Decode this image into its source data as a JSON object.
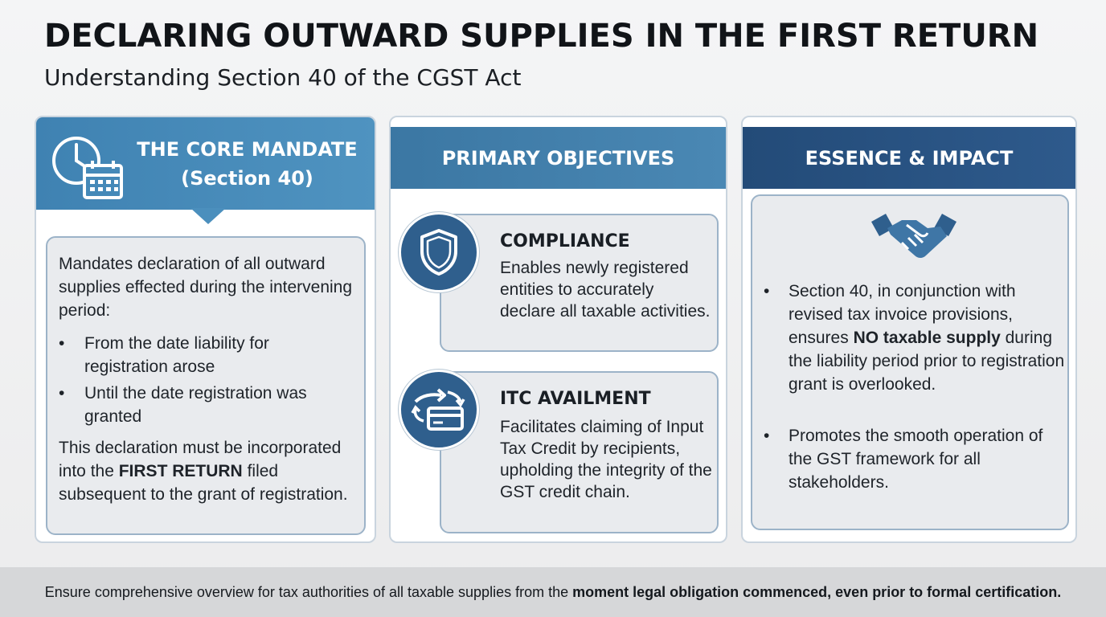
{
  "title": "DECLARING OUTWARD SUPPLIES IN THE FIRST RETURN",
  "subtitle": "Understanding Section 40 of the CGST Act",
  "mandate": {
    "heading_line1": "THE CORE MANDATE",
    "heading_line2": "(Section 40)",
    "icon": "clock-calendar-icon",
    "intro": "Mandates declaration of all outward supplies effected during the intervening period:",
    "bullets": [
      "From the date liability for registration arose",
      "Until the date registration was granted"
    ],
    "closing_before": "This declaration must be incorporated into the",
    "closing_bold": "FIRST RETURN",
    "closing_after": "filed subsequent to the grant of registration."
  },
  "objectives": {
    "heading": "PRIMARY OBJECTIVES",
    "items": [
      {
        "icon": "shield-icon",
        "title": "COMPLIANCE",
        "text": "Enables newly registered entities to accurately declare all taxable activities."
      },
      {
        "icon": "credit-card-exchange-icon",
        "title": "ITC AVAILMENT",
        "text": "Facilitates claiming of Input Tax Credit by recipients, upholding the integrity of the GST credit chain."
      }
    ]
  },
  "essence": {
    "heading": "ESSENCE & IMPACT",
    "icon": "handshake-icon",
    "bullet1_before": "Section 40, in conjunction with revised tax invoice provisions, ensures",
    "bullet1_bold": "NO taxable supply",
    "bullet1_after": "during the liability period prior to registration grant is overlooked.",
    "bullet2": "Promotes the smooth operation of the GST framework for all stakeholders."
  },
  "footer": {
    "text": "Ensure comprehensive overview for tax authorities of all taxable supplies from the",
    "bold": "moment legal obligation commenced, even prior to formal certification."
  },
  "colors": {
    "mandate_header": "#4289b8",
    "objectives_header": "#3f7eaa",
    "essence_header": "#28507f",
    "icon_circle": "#2f5f8d"
  }
}
